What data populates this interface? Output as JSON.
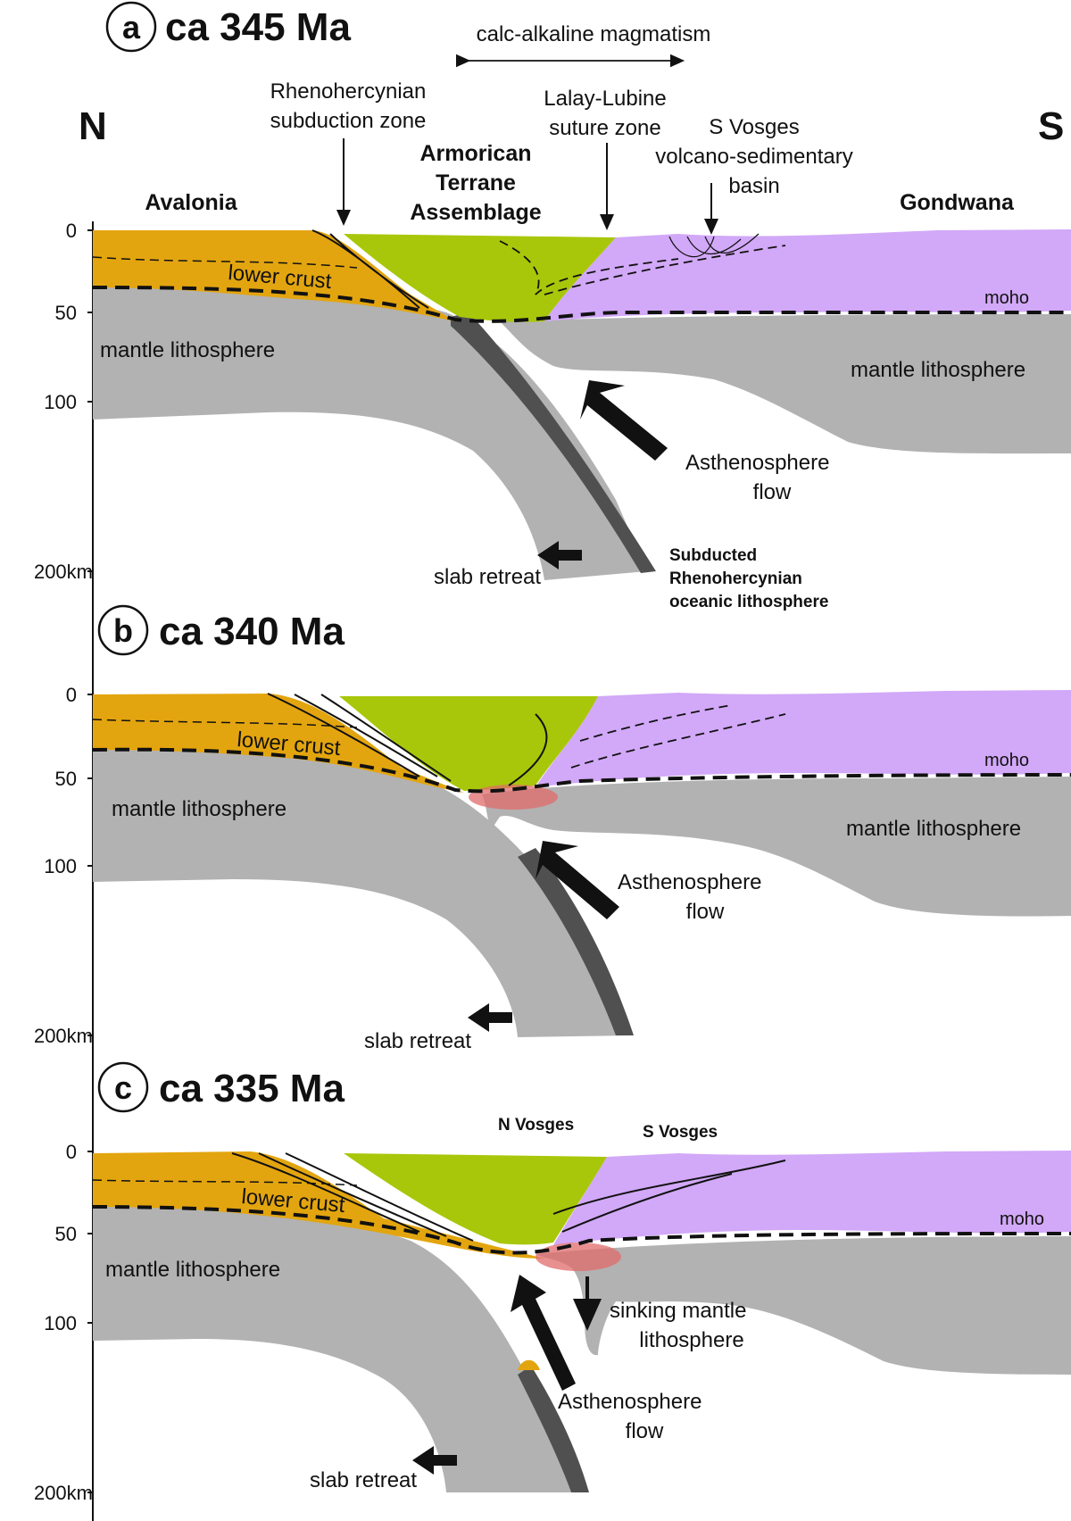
{
  "compass": {
    "north": "N",
    "south": "S"
  },
  "panels": [
    {
      "letter": "a",
      "title": "ca 345 Ma",
      "depth_ticks": [
        "0",
        "50",
        "100",
        "200km"
      ],
      "labels": {
        "magmatism": "calc-alkaline magmatism",
        "subduction_1": "Rhenohercynian",
        "subduction_2": "subduction zone",
        "armorican_1": "Armorican",
        "armorican_2": "Terrane",
        "armorican_3": "Assemblage",
        "suture_1": "Lalay-Lubine",
        "suture_2": "suture zone",
        "svosges_1": "S Vosges",
        "svosges_2": "volcano-sedimentary",
        "svosges_3": "basin",
        "avalonia": "Avalonia",
        "gondwana": "Gondwana",
        "lower_crust": "lower crust",
        "moho": "moho",
        "mantle_left": "mantle lithosphere",
        "mantle_right": "mantle lithosphere",
        "astheno_1": "Asthenosphere",
        "astheno_2": "flow",
        "slab": "slab retreat",
        "subducted_1": "Subducted",
        "subducted_2": "Rhenohercynian",
        "subducted_3": "oceanic lithosphere"
      }
    },
    {
      "letter": "b",
      "title": "ca 340 Ma",
      "depth_ticks": [
        "0",
        "50",
        "100",
        "200km"
      ],
      "labels": {
        "lower_crust": "lower crust",
        "moho": "moho",
        "mantle_left": "mantle lithosphere",
        "mantle_right": "mantle lithosphere",
        "astheno_1": "Asthenosphere",
        "astheno_2": "flow",
        "slab": "slab retreat"
      }
    },
    {
      "letter": "c",
      "title": "ca 335 Ma",
      "depth_ticks": [
        "0",
        "50",
        "100",
        "200km"
      ],
      "labels": {
        "nvosges": "N Vosges",
        "svosges": "S Vosges",
        "lower_crust": "lower crust",
        "moho": "moho",
        "mantle_left": "mantle lithosphere",
        "sinking_1": "sinking mantle",
        "sinking_2": "lithosphere",
        "astheno_1": "Asthenosphere",
        "astheno_2": "flow",
        "slab": "slab retreat"
      }
    }
  ],
  "colors": {
    "avalonia_crust": "#e3a50f",
    "armorican": "#a8c70a",
    "gondwana_crust": "#d2a8f8",
    "mantle": "#b2b2b2",
    "oceanic_slab": "#505050",
    "melt_zone": "#e06b6b"
  }
}
